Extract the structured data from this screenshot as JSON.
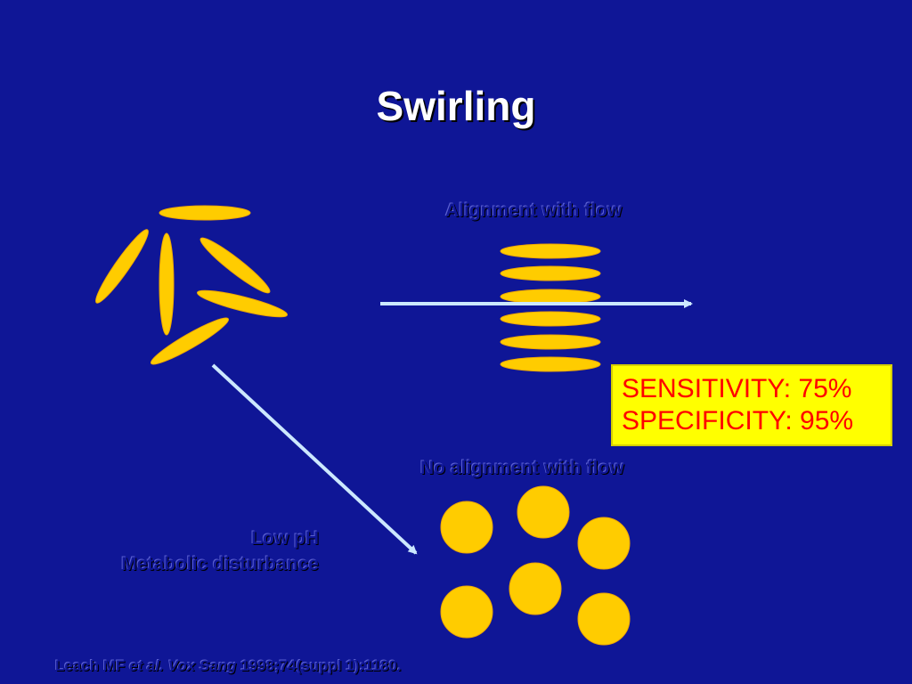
{
  "title": "Swirling",
  "labels": {
    "alignment": "Alignment with flow",
    "no_alignment": "No alignment with flow"
  },
  "causes": {
    "line1": "Low pH",
    "line2": "Metabolic disturbance"
  },
  "stats": {
    "sensitivity": "SENSITIVITY: 75%",
    "specificity": "SPECIFICITY: 95%"
  },
  "citation": {
    "authors": "Leach MF ",
    "etal": "et al.",
    "journal": "Vox Sang",
    "ref": " 1998;74(suppl 1):1180."
  },
  "colors": {
    "background": "#0f1696",
    "platelet": "#ffcc00",
    "arrow": "#cce8ff",
    "box": "#ffff00",
    "box_text": "#ff0000"
  }
}
